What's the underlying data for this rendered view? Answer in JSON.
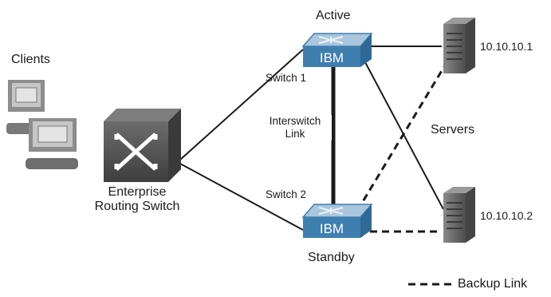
{
  "labels": {
    "clients": "Clients",
    "enterprise_line1": "Enterprise",
    "enterprise_line2": "Routing Switch",
    "active": "Active",
    "standby": "Standby",
    "switch1": "Switch 1",
    "switch2": "Switch 2",
    "interswitch_line1": "Interswitch",
    "interswitch_line2": "Link",
    "servers": "Servers",
    "ip_server1": "10.10.10.1",
    "ip_server2": "10.10.10.2",
    "switch_brand": "IBM",
    "legend_backup": "Backup Link"
  },
  "colors": {
    "switch_body": "#3f7fb0",
    "switch_top": "#8fb6d4",
    "router_body": "#5a5a5a",
    "server_body": "#6e6e6e",
    "link": "#1a1a1a"
  },
  "icons": [
    "clients-icon",
    "enterprise-routing-switch-icon",
    "ibm-switch-icon",
    "server-icon"
  ]
}
